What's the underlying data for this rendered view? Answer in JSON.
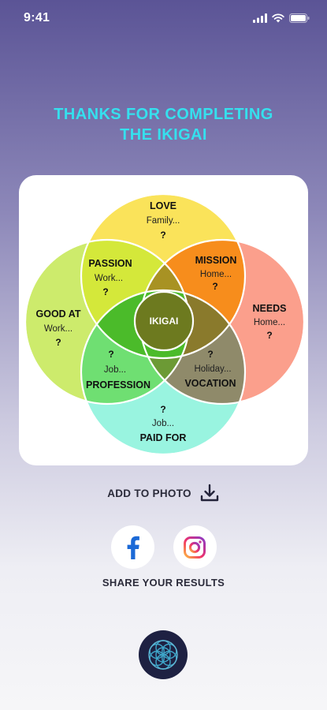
{
  "status_bar": {
    "time": "9:41",
    "icons": [
      "signal-icon",
      "wifi-icon",
      "battery-icon"
    ]
  },
  "title": {
    "line1": "THANKS FOR COMPLETING",
    "line2": "THE IKIGAI",
    "color": "#35e0ee"
  },
  "venn": {
    "love": {
      "label": "LOVE",
      "value": "Family...",
      "mark": "?",
      "color": "#fae35a"
    },
    "good_at": {
      "label": "GOOD AT",
      "value": "Work...",
      "mark": "?",
      "color": "#cdeb6c"
    },
    "needs": {
      "label": "NEEDS",
      "value": "Home...",
      "mark": "?",
      "color": "#fb9f8c"
    },
    "paid_for": {
      "label": "PAID FOR",
      "value": "Job...",
      "mark": "?",
      "color": "#99f4e0"
    },
    "passion": {
      "label": "PASSION",
      "value": "Work...",
      "mark": "?",
      "color": "#d4e83a"
    },
    "mission": {
      "label": "MISSION",
      "value": "Home...",
      "mark": "?",
      "color": "#f78d1c"
    },
    "profession": {
      "label": "PROFESSION",
      "value": "Job...",
      "mark": "?",
      "color": "#6fdf72"
    },
    "vocation": {
      "label": "VOCATION",
      "value": "Holiday...",
      "mark": "?",
      "color": "#8f8a6a"
    },
    "center": {
      "label": "IKIGAI",
      "color": "#6d7a1f"
    }
  },
  "actions": {
    "add_to_photo": "ADD TO PHOTO",
    "share_label": "SHARE YOUR RESULTS",
    "facebook_icon": "facebook-icon",
    "instagram_icon": "instagram-icon",
    "download_icon": "download-icon"
  },
  "logo": {
    "icon": "flower-of-life-logo",
    "color": "#1e2142"
  }
}
